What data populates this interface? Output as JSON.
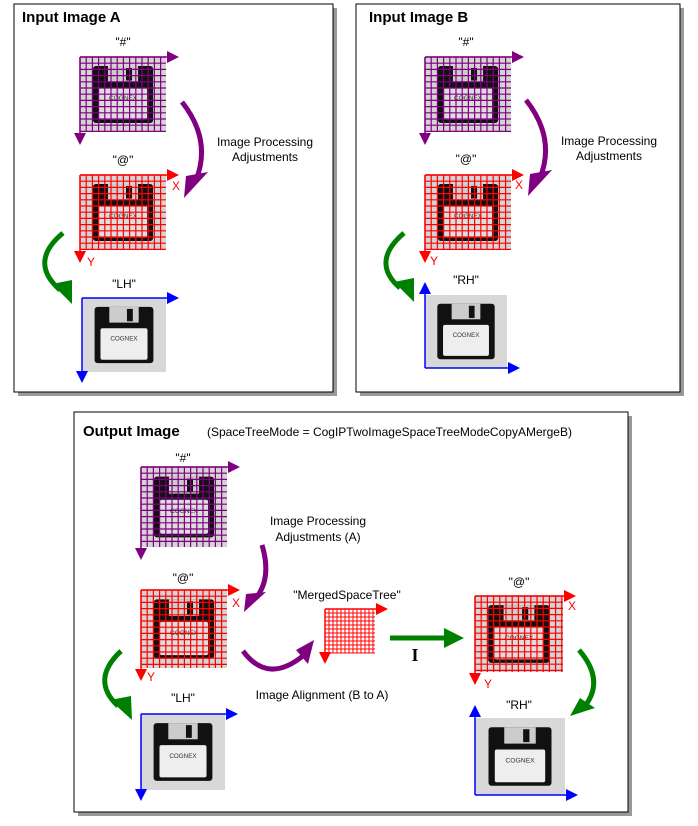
{
  "panel_a": {
    "title": "Input Image A",
    "label_hash": "\"#\"",
    "label_at": "\"@\"",
    "label_lh": "\"LH\"",
    "processing_line1": "Image Processing",
    "processing_line2": "Adjustments",
    "x_axis": "X",
    "y_axis": "Y"
  },
  "panel_b": {
    "title": "Input Image B",
    "label_hash": "\"#\"",
    "label_at": "\"@\"",
    "label_rh": "\"RH\"",
    "processing_line1": "Image Processing",
    "processing_line2": "Adjustments",
    "x_axis": "X",
    "y_axis": "Y"
  },
  "output": {
    "title": "Output Image",
    "mode": "(SpaceTreeMode = CogIPTwoImageSpaceTreeModeCopyAMergeB)",
    "label_hash": "\"#\"",
    "label_at": "\"@\"",
    "label_lh": "\"LH\"",
    "label_rh": "\"RH\"",
    "label_at_right": "\"@\"",
    "processing_line1": "Image Processing",
    "processing_line2": "Adjustments (A)",
    "merged": "\"MergedSpaceTree\"",
    "alignment": "Image Alignment (B to A)",
    "identity": "I",
    "x_axis": "X",
    "y_axis": "Y"
  },
  "logo_text": "COGNEX",
  "colors": {
    "purple": "#800080",
    "red": "#ff0000",
    "blue": "#0000ff",
    "green": "#008000"
  }
}
